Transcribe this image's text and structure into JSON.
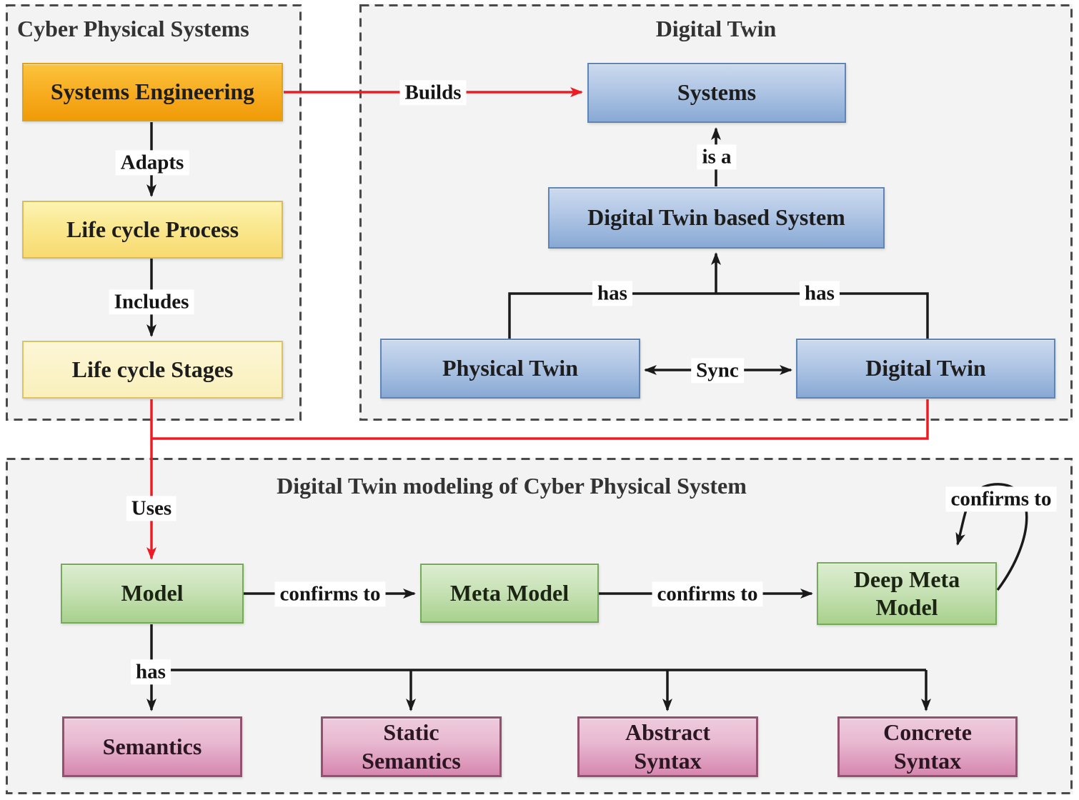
{
  "panels": {
    "cps": {
      "title": "Cyber Physical Systems"
    },
    "dt": {
      "title": "Digital Twin"
    },
    "modeling": {
      "title": "Digital Twin modeling of Cyber Physical System"
    }
  },
  "nodes": {
    "systems_engineering": "Systems Engineering",
    "life_cycle_process": "Life cycle Process",
    "life_cycle_stages": "Life cycle Stages",
    "systems": "Systems",
    "dt_based_system": "Digital Twin based System",
    "physical_twin": "Physical Twin",
    "digital_twin": "Digital Twin",
    "model": "Model",
    "meta_model": "Meta Model",
    "deep_meta_model": "Deep Meta\nModel",
    "semantics": "Semantics",
    "static_semantics": "Static\nSemantics",
    "abstract_syntax": "Abstract\nSyntax",
    "concrete_syntax": "Concrete\nSyntax"
  },
  "edge_labels": {
    "adapts": "Adapts",
    "includes": "Includes",
    "builds": "Builds",
    "is_a": "is a",
    "has_left": "has",
    "has_right": "has",
    "sync": "Sync",
    "uses": "Uses",
    "confirms_1": "confirms to",
    "confirms_2": "confirms to",
    "confirms_self": "confirms to",
    "has_bottom": "has"
  },
  "colors": {
    "red_edge": "#ed1c24",
    "black_edge": "#1a1a1a",
    "panel_border": "#4a4a4a",
    "panel_fill": "#f2f3f2",
    "orange_fill": "#f6a81c",
    "yellow_fill": "#fae88f",
    "pale_yellow_fill": "#faf0bc",
    "blue_fill": "#a9c2e2",
    "green_fill": "#bedcaa",
    "pink_fill": "#e0a2c3"
  }
}
